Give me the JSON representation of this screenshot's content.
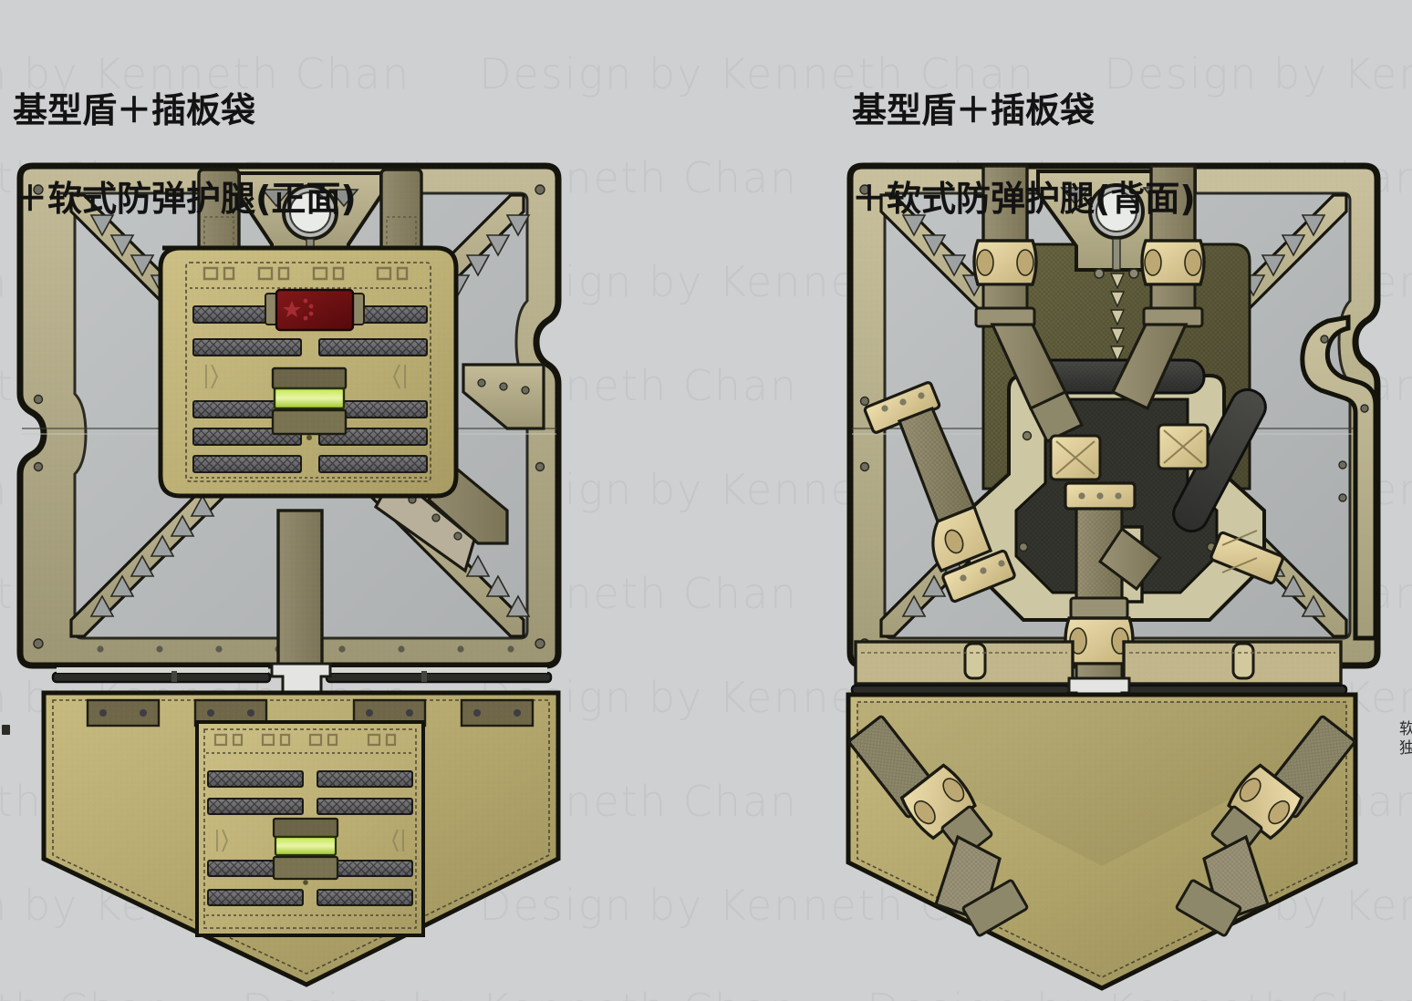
{
  "meta": {
    "background_color": "#cfd0d1",
    "watermark_text": "Design by Kenneth Chan"
  },
  "panels": {
    "front": {
      "title": "基型盾＋插板袋\n ＋软式防弹护腿(正面)",
      "title_line1": "基型盾＋插板袋",
      "title_line2": "＋软式防弹护腿(正面)",
      "view_label": "正面",
      "components": {
        "shield_frame": "基型盾",
        "plate_pouch": "插板袋",
        "leg_armor": "软式防弹护腿",
        "vision_port": "观察窗",
        "molle_rows": 6,
        "flag_patch": "国旗臂章",
        "ir_patch": "红外识别贴"
      }
    },
    "back": {
      "title": "基型盾＋插板袋\n ＋软式防弹护腿(背面)",
      "title_line1": "基型盾＋插板袋",
      "title_line2": "＋软式防弹护腿(背面)",
      "view_label": "背面",
      "components": {
        "shield_frame": "基型盾",
        "harness": "背负系统",
        "shoulder_straps": 2,
        "side_straps": 2,
        "waist_strap": 1,
        "leg_straps": 2,
        "backplate": "六边形背板",
        "vision_port": "观察窗"
      }
    }
  },
  "edge_notes": {
    "right": "软\n独"
  },
  "colors": {
    "background": "#cfd0d1",
    "frame_tan": "#b5ad8a",
    "frame_tan_dark": "#8e8868",
    "glass_gray": "#b9bcbd",
    "pouch_khaki": "#bfb377",
    "pouch_khaki_dark": "#9d9259",
    "molle_gray": "#6f6f70",
    "molle_gray_dark": "#4c4c4e",
    "strap_olive": "#8a8368",
    "buckle_tan": "#e0cf9a",
    "pad_dark": "#3a3a36",
    "backpanel_olive": "#5f5c3e",
    "flag_red": "#6e1012",
    "ir_green": "#a8d432",
    "outline": "#16160f"
  }
}
